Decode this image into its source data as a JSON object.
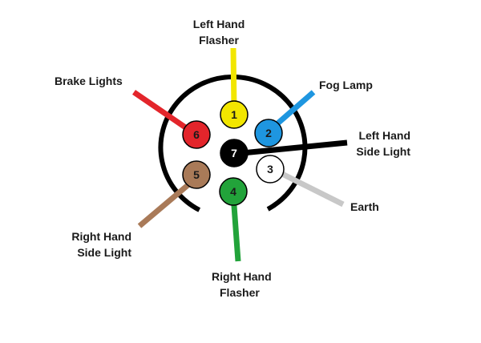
{
  "connector": {
    "pins": [
      {
        "number": "1",
        "fill": "#f2e600",
        "text_color": "#1a1a1a",
        "wire_color": "#f2e600"
      },
      {
        "number": "2",
        "fill": "#1e96e0",
        "text_color": "#1a1a1a",
        "wire_color": "#1e96e0"
      },
      {
        "number": "3",
        "fill": "#ffffff",
        "text_color": "#1a1a1a",
        "wire_color": "#c8c8c8"
      },
      {
        "number": "4",
        "fill": "#22a33a",
        "text_color": "#1a1a1a",
        "wire_color": "#22a33a"
      },
      {
        "number": "5",
        "fill": "#a97a58",
        "text_color": "#1a1a1a",
        "wire_color": "#a97a58"
      },
      {
        "number": "6",
        "fill": "#e3252b",
        "text_color": "#1a1a1a",
        "wire_color": "#e3252b"
      },
      {
        "number": "7",
        "fill": "#000000",
        "text_color": "#ffffff",
        "wire_color": "#000000"
      }
    ]
  },
  "labels": {
    "left_hand_flasher": [
      "Left Hand",
      "Flasher"
    ],
    "fog_lamp": [
      "Fog Lamp"
    ],
    "brake_lights": [
      "Brake Lights"
    ],
    "left_hand_side_light": [
      "Left Hand",
      "Side Light"
    ],
    "earth": [
      "Earth"
    ],
    "right_hand_side_light": [
      "Right Hand",
      "Side Light"
    ],
    "right_hand_flasher": [
      "Right Hand",
      "Flasher"
    ]
  }
}
